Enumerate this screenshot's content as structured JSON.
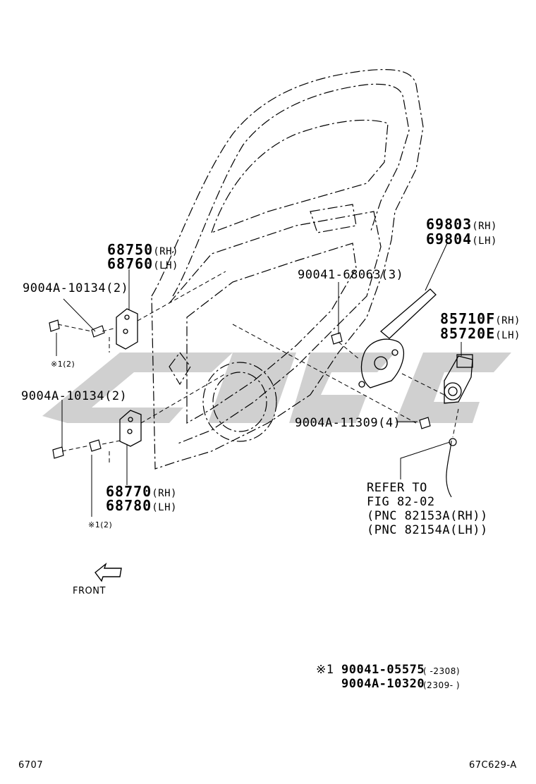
{
  "labels": {
    "p68750": {
      "num": "68750",
      "suffix": "(RH)"
    },
    "p68760": {
      "num": "68760",
      "suffix": "(LH)"
    },
    "p69803": {
      "num": "69803",
      "suffix": "(RH)"
    },
    "p69804": {
      "num": "69804",
      "suffix": "(LH)"
    },
    "p85710f": {
      "num": "85710F",
      "suffix": "(RH)"
    },
    "p85720e": {
      "num": "85720E",
      "suffix": "(LH)"
    },
    "p68770": {
      "num": "68770",
      "suffix": "(RH)"
    },
    "p68780": {
      "num": "68780",
      "suffix": "(LH)"
    },
    "bolt_upper": "9004A-10134(2)",
    "bolt_lower": "9004A-10134(2)",
    "bolt_center": "90041-68063(3)",
    "bolt_regulator": "9004A-11309(4)",
    "mark_upper": "※1(2)",
    "mark_lower": "※1(2)"
  },
  "refer": {
    "line1": "REFER TO",
    "line2": "FIG 82-02",
    "line3": "(PNC 82153A(RH))",
    "line4": "(PNC 82154A(LH))"
  },
  "front_label": "FRONT",
  "footnote": {
    "mark": "※1",
    "row1_part": "90041-05575",
    "row1_range": "(      -2308)",
    "row2_part": "9004A-10320",
    "row2_range": "(2309-      )"
  },
  "footer": {
    "left": "6707",
    "right": "67C629-A"
  },
  "watermark_color": "#c8c8c8"
}
